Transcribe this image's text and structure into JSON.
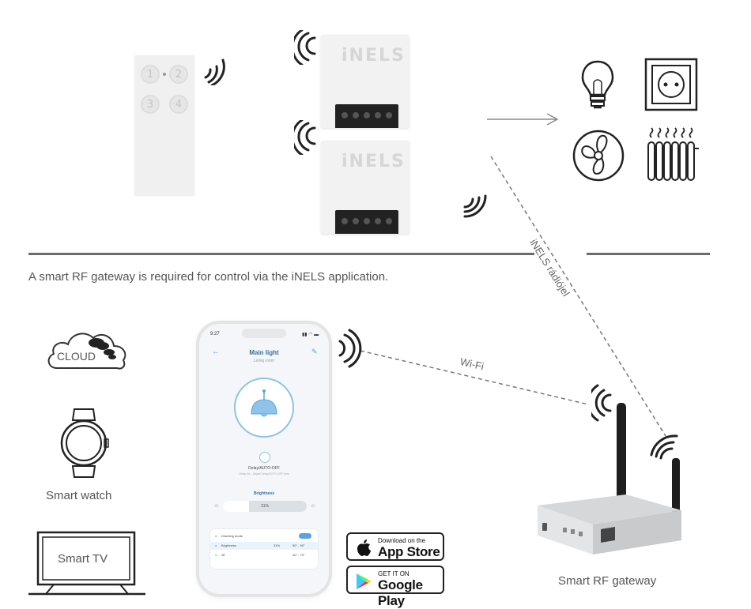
{
  "remote": {
    "buttons": [
      "1",
      "2",
      "3",
      "4"
    ]
  },
  "relays": [
    {
      "brand": "iNELS"
    },
    {
      "brand": "iNELS"
    }
  ],
  "links": {
    "radio_label": "iNELS rádiójel",
    "wifi_label": "Wi-Fi"
  },
  "note": "A smart RF gateway is required for control via the iNELS application.",
  "devices": {
    "cloud_label": "CLOUD",
    "watch_label": "Smart watch",
    "tv_label": "Smart TV",
    "gateway_label": "Smart RF gateway"
  },
  "phone": {
    "time": "9:27",
    "title": "Main light",
    "subtitle": "Living room",
    "delay_label": "Delay/AUTO-OFF",
    "delay_sub": "Delay for... Adjust Delay/AUTO-OFF time",
    "brightness_label": "Brightness",
    "brightness_value": "31%",
    "rows": [
      {
        "label": "Dimming mode",
        "value": "",
        "extra": ""
      },
      {
        "label": "Brightness",
        "value": "31%",
        "extra": "50° - 90°"
      },
      {
        "label": "off",
        "value": "",
        "extra": "40° - 70°"
      }
    ]
  },
  "stores": {
    "apple": {
      "small": "Download on the",
      "big": "App Store"
    },
    "google": {
      "small": "GET IT ON",
      "big": "Google Play"
    }
  },
  "colors": {
    "phone_accent": "#5aa4dc",
    "lamp_blue": "#8ec3ea",
    "line_gray": "#6b6b6b"
  }
}
